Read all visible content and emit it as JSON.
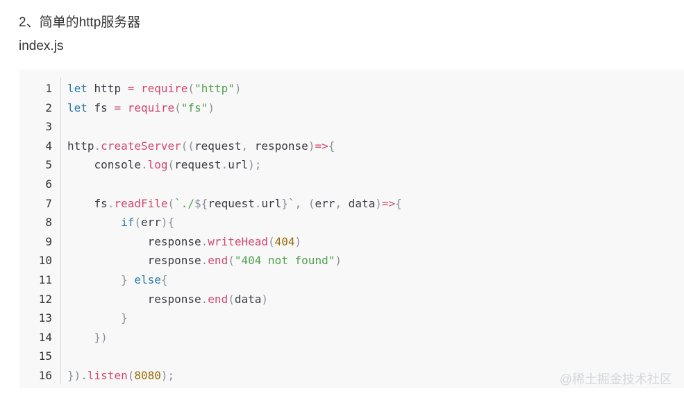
{
  "heading": "2、简单的http服务器",
  "filename": "index.js",
  "colors": {
    "keyword": "#2a7aa8",
    "function": "#d0476e",
    "string": "#50a14f",
    "number": "#986801",
    "punctuation": "#8a8f99",
    "text": "#383a42",
    "code_background": "#f8f8f8"
  },
  "code": {
    "language": "javascript",
    "lines": [
      {
        "n": "1",
        "tokens": [
          [
            "kw",
            "let"
          ],
          [
            "plain",
            " http "
          ],
          [
            "op",
            "="
          ],
          [
            "plain",
            " "
          ],
          [
            "fn",
            "require"
          ],
          [
            "punc",
            "("
          ],
          [
            "str",
            "\"http\""
          ],
          [
            "punc",
            ")"
          ]
        ]
      },
      {
        "n": "2",
        "tokens": [
          [
            "kw",
            "let"
          ],
          [
            "plain",
            " fs "
          ],
          [
            "op",
            "="
          ],
          [
            "plain",
            " "
          ],
          [
            "fn",
            "require"
          ],
          [
            "punc",
            "("
          ],
          [
            "str",
            "\"fs\""
          ],
          [
            "punc",
            ")"
          ]
        ]
      },
      {
        "n": "3",
        "tokens": []
      },
      {
        "n": "4",
        "tokens": [
          [
            "plain",
            "http"
          ],
          [
            "punc",
            "."
          ],
          [
            "fn",
            "createServer"
          ],
          [
            "punc",
            "(("
          ],
          [
            "plain",
            "request"
          ],
          [
            "punc",
            ","
          ],
          [
            "plain",
            " response"
          ],
          [
            "punc",
            ")"
          ],
          [
            "op",
            "=>"
          ],
          [
            "punc",
            "{"
          ]
        ]
      },
      {
        "n": "5",
        "tokens": [
          [
            "plain",
            "    console"
          ],
          [
            "punc",
            "."
          ],
          [
            "fn",
            "log"
          ],
          [
            "punc",
            "("
          ],
          [
            "plain",
            "request"
          ],
          [
            "punc",
            "."
          ],
          [
            "plain",
            "url"
          ],
          [
            "punc",
            ");"
          ]
        ]
      },
      {
        "n": "6",
        "tokens": []
      },
      {
        "n": "7",
        "tokens": [
          [
            "plain",
            "    fs"
          ],
          [
            "punc",
            "."
          ],
          [
            "fn",
            "readFile"
          ],
          [
            "punc",
            "("
          ],
          [
            "str",
            "`./"
          ],
          [
            "punc",
            "${"
          ],
          [
            "plain",
            "request"
          ],
          [
            "punc",
            "."
          ],
          [
            "plain",
            "url"
          ],
          [
            "punc",
            "}"
          ],
          [
            "str",
            "`"
          ],
          [
            "punc",
            ","
          ],
          [
            "plain",
            " "
          ],
          [
            "punc",
            "("
          ],
          [
            "plain",
            "err"
          ],
          [
            "punc",
            ","
          ],
          [
            "plain",
            " data"
          ],
          [
            "punc",
            ")"
          ],
          [
            "op",
            "=>"
          ],
          [
            "punc",
            "{"
          ]
        ]
      },
      {
        "n": "8",
        "tokens": [
          [
            "plain",
            "        "
          ],
          [
            "kw",
            "if"
          ],
          [
            "punc",
            "("
          ],
          [
            "plain",
            "err"
          ],
          [
            "punc",
            ")"
          ],
          [
            "punc",
            "{"
          ]
        ]
      },
      {
        "n": "9",
        "tokens": [
          [
            "plain",
            "            response"
          ],
          [
            "punc",
            "."
          ],
          [
            "fn",
            "writeHead"
          ],
          [
            "punc",
            "("
          ],
          [
            "num",
            "404"
          ],
          [
            "punc",
            ")"
          ]
        ]
      },
      {
        "n": "10",
        "tokens": [
          [
            "plain",
            "            response"
          ],
          [
            "punc",
            "."
          ],
          [
            "fn",
            "end"
          ],
          [
            "punc",
            "("
          ],
          [
            "str",
            "\"404 not found\""
          ],
          [
            "punc",
            ")"
          ]
        ]
      },
      {
        "n": "11",
        "tokens": [
          [
            "plain",
            "        "
          ],
          [
            "punc",
            "}"
          ],
          [
            "plain",
            " "
          ],
          [
            "kw",
            "else"
          ],
          [
            "punc",
            "{"
          ]
        ]
      },
      {
        "n": "12",
        "tokens": [
          [
            "plain",
            "            response"
          ],
          [
            "punc",
            "."
          ],
          [
            "fn",
            "end"
          ],
          [
            "punc",
            "("
          ],
          [
            "plain",
            "data"
          ],
          [
            "punc",
            ")"
          ]
        ]
      },
      {
        "n": "13",
        "tokens": [
          [
            "plain",
            "        "
          ],
          [
            "punc",
            "}"
          ]
        ]
      },
      {
        "n": "14",
        "tokens": [
          [
            "plain",
            "    "
          ],
          [
            "punc",
            "})"
          ]
        ]
      },
      {
        "n": "15",
        "tokens": []
      },
      {
        "n": "16",
        "tokens": [
          [
            "punc",
            "})."
          ],
          [
            "fn",
            "listen"
          ],
          [
            "punc",
            "("
          ],
          [
            "num",
            "8080"
          ],
          [
            "punc",
            ");"
          ]
        ]
      }
    ]
  },
  "watermark": "@稀土掘金技术社区"
}
